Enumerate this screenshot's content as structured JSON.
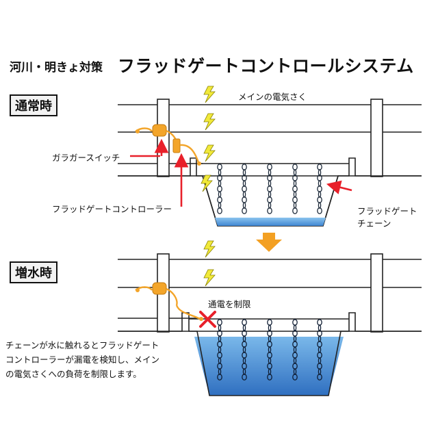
{
  "title": {
    "prefix": "河川・明きょ対策",
    "main": "フラッドゲートコントロールシステム"
  },
  "sections": {
    "normal": {
      "heading": "通常時",
      "fence_label": "メインの電気さく",
      "switch_label": "ガラガースイッチ",
      "controller_label": "フラッドゲートコントローラー",
      "chain_label_line1": "フラッドゲート",
      "chain_label_line2": "チェーン"
    },
    "flood": {
      "heading": "増水時",
      "limit_label": "通電を制限",
      "caption_line1": "チェーンが水に触れるとフラッドゲート",
      "caption_line2": "コントローラーが漏電を検知し、メイン",
      "caption_line3": "の電気さくへの負荷を制限します。"
    }
  },
  "colors": {
    "water": "#5ea8e3",
    "water_deep": "#2f6fc0",
    "arrow_red": "#e8202a",
    "switch_orange": "#f3a52a",
    "lightning_yellow": "#f1e93a",
    "transition_arrow": "#f3a023",
    "x_mark": "#e8202a"
  },
  "icons": {
    "lightning": "lightning-icon",
    "transition": "down-arrow-icon",
    "cut": "x-mark-icon"
  }
}
